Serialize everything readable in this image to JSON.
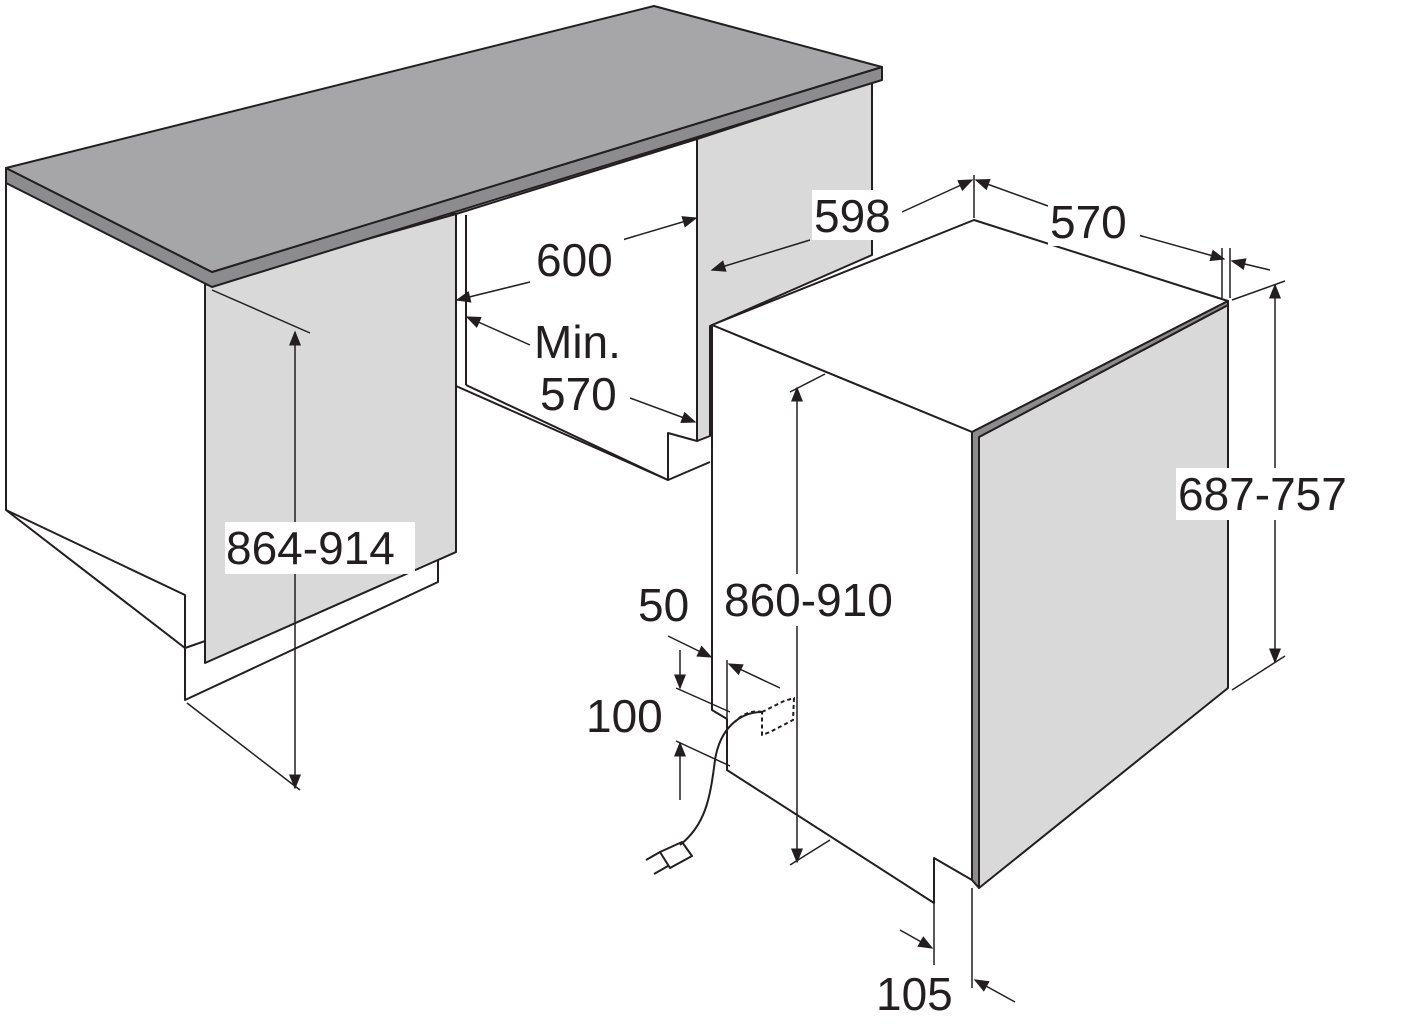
{
  "dimensions": {
    "counter_height": "864-914",
    "niche_width": "600",
    "niche_min_label": "Min.",
    "niche_depth_min": "570",
    "appliance_width": "598",
    "appliance_depth": "570",
    "door_height": "687-757",
    "appliance_height": "860-910",
    "conn_offset": "50",
    "conn_height": "100",
    "toe_kick": "105"
  },
  "colors": {
    "line": "#231f20",
    "worktop": "#a6a6a8",
    "panel": "#d9d9d9",
    "background": "#ffffff"
  }
}
